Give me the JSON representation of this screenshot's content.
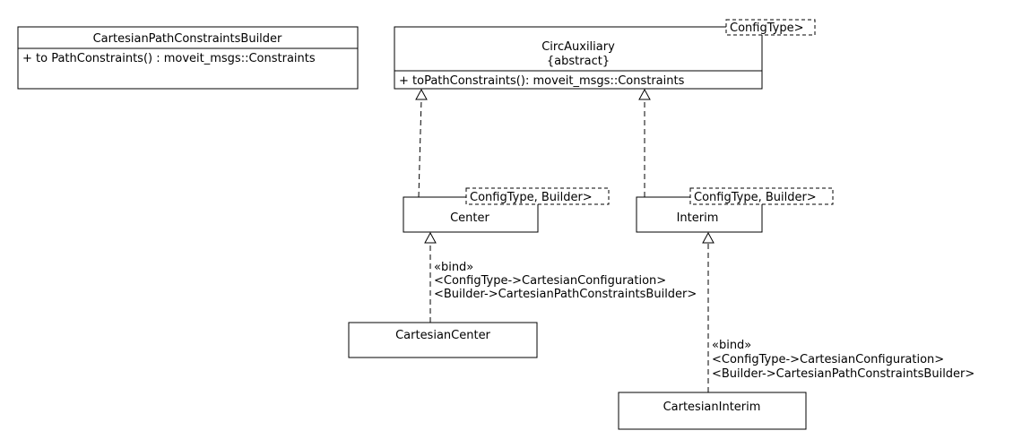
{
  "classes": {
    "cartesian_builder": {
      "name": "CartesianPathConstraintsBuilder",
      "operation": "+ to PathConstraints() : moveit_msgs::Constraints"
    },
    "circ_auxiliary": {
      "template": "ConfigType>",
      "name": "CircAuxiliary",
      "stereotype": "{abstract}",
      "operation": "+ toPathConstraints(): moveit_msgs::Constraints"
    },
    "center": {
      "template": "ConfigType, Builder>",
      "name": "Center"
    },
    "interim": {
      "template": "ConfigType, Builder>",
      "name": "Interim"
    },
    "cartesian_center": {
      "name": "CartesianCenter"
    },
    "cartesian_interim": {
      "name": "CartesianInterim"
    }
  },
  "bindings": {
    "center_binding": {
      "keyword": "«bind»",
      "config": "<ConfigType->CartesianConfiguration>",
      "builder": "<Builder->CartesianPathConstraintsBuilder>"
    },
    "interim_binding": {
      "keyword": "«bind»",
      "config": "<ConfigType->CartesianConfiguration>",
      "builder": "<Builder->CartesianPathConstraintsBuilder>"
    }
  }
}
